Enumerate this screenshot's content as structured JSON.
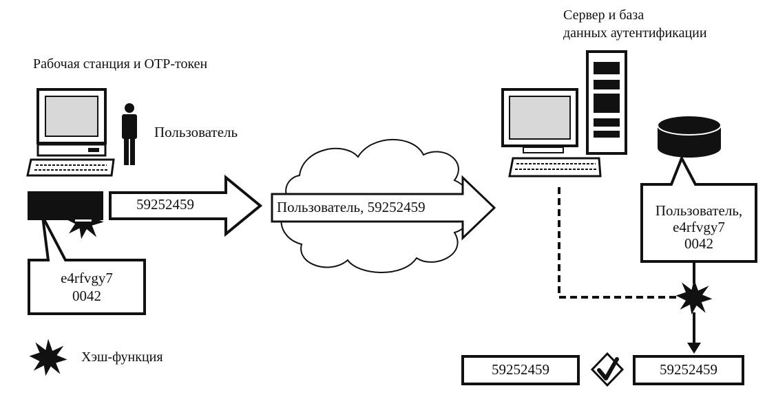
{
  "labels": {
    "workstation": "Рабочая станция и ОТР-токен",
    "user": "Пользователь",
    "server_line1": "Сервер и база",
    "server_line2": "данных аутентификации",
    "legend_hash": "Хэш-функция"
  },
  "token": {
    "otp_value": "59252459",
    "secret_line1": "e4rfvgy7",
    "secret_line2": "0042"
  },
  "network": {
    "message": "Пользователь, 59252459"
  },
  "database": {
    "record_line1": "Пользователь,",
    "record_line2": "e4rfvgy7",
    "record_line3": "0042"
  },
  "comparison": {
    "received_value": "59252459",
    "computed_value": "59252459"
  },
  "colors": {
    "ink": "#111111",
    "paper": "#ffffff",
    "screen": "#d8d8d8"
  }
}
